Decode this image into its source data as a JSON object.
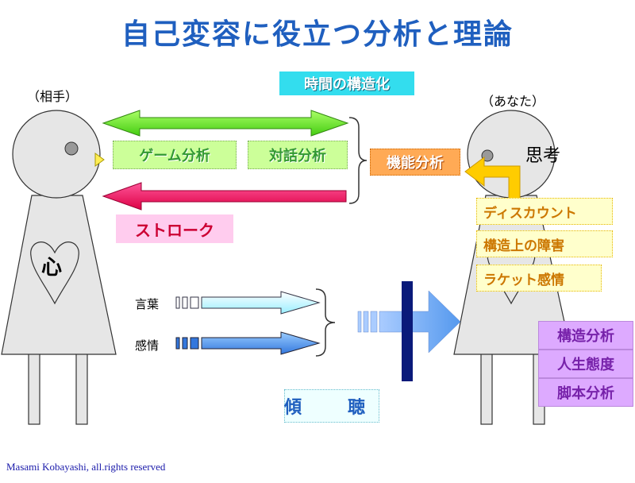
{
  "title": "自己変容に役立つ分析と理論",
  "partner_label": "（相手）",
  "you_label": "（あなた）",
  "time_structuring": "時間の構造化",
  "game_analysis": "ゲーム分析",
  "dialogue_analysis": "対話分析",
  "functional_analysis": "機能分析",
  "stroke": "ストローク",
  "heart": "心",
  "thought": "思考",
  "discount": "ディスカウント",
  "structural_obstacle": "構造上の障害",
  "racket_feeling": "ラケット感情",
  "words": "言葉",
  "feelings": "感情",
  "listening": "傾　聴",
  "structural_analysis": "構造分析",
  "life_position": "人生態度",
  "script_analysis": "脚本分析",
  "footer": "Masami Kobayashi, all.rights reserved",
  "colors": {
    "title": "#1f5fbf",
    "green_arrow": "#66ee22",
    "red_arrow": "#ee1166",
    "figure_fill": "#e6e6e6",
    "barrier": "#0a1a7a"
  }
}
